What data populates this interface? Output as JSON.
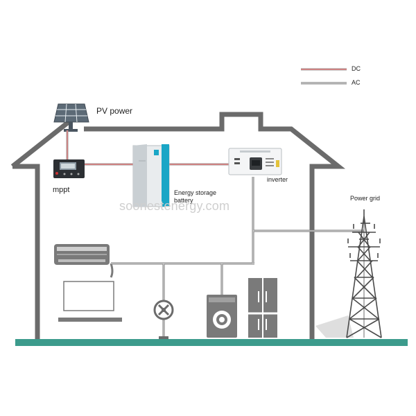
{
  "legend": {
    "items": [
      {
        "label": "DC",
        "color": "#d07070"
      },
      {
        "label": "AC",
        "color": "#8a8a8a"
      }
    ]
  },
  "components": {
    "pv": "PV power",
    "mppt": "mppt",
    "battery_line1": "Energy storage",
    "battery_line2": "battery",
    "inverter": "inverter",
    "grid": "Power grid"
  },
  "watermark": "soonestenergy.com",
  "colors": {
    "house_outline": "#6b6b6b",
    "ground": "#3c9b8c",
    "dc_line": "#d07070",
    "ac_line": "#8a8a8a",
    "battery_accent": "#1aa6c6"
  }
}
